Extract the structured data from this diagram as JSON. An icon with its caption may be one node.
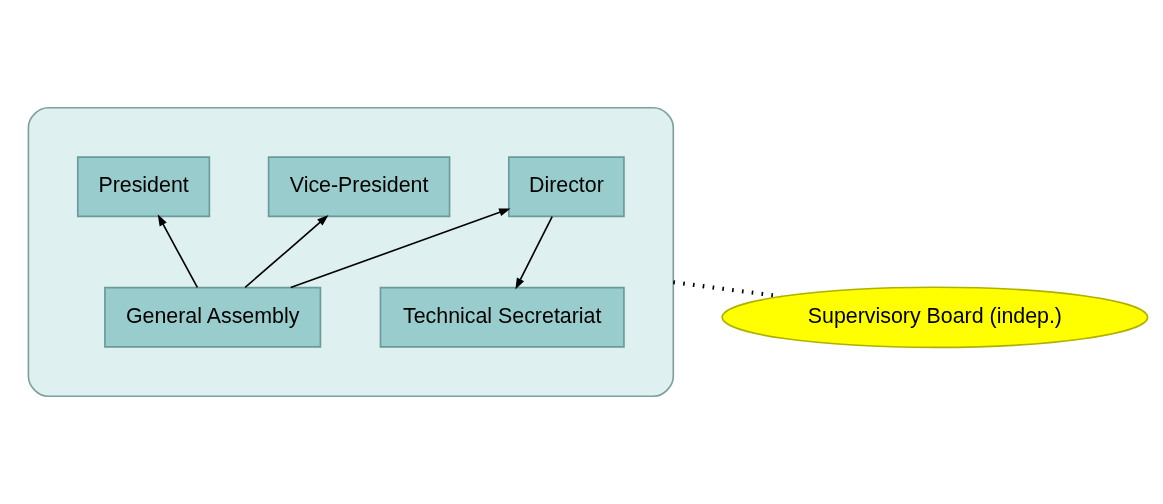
{
  "diagram": {
    "nodes": [
      {
        "text": [],
        "shape": "ellipse"
      },
      {
        "text": [
          "President"
        ],
        "in": 0
      },
      {
        "text": [
          "Vice-President"
        ],
        "in": 0
      },
      {
        "text": [
          "Director"
        ],
        "in": 0
      },
      {
        "text": [
          "Technical Secretariat"
        ],
        "in": 0
      },
      {
        "text": [
          "General Assembly"
        ],
        "in": 0
      },
      {
        "text": [
          "Supervisory Board (indep.)"
        ]
      }
    ],
    "edges": [
      {
        "from": 3,
        "to": 4,
        "arrow": "to"
      },
      {
        "from": 5,
        "to": 3,
        "arrow": "to"
      },
      {
        "from": 5,
        "to": 1,
        "arrow": "to"
      },
      {
        "from": 5,
        "to": 2,
        "arrow": "to"
      },
      {
        "from": 0,
        "to": 6,
        "arrow": "none",
        "style": "dashed"
      }
    ]
  }
}
